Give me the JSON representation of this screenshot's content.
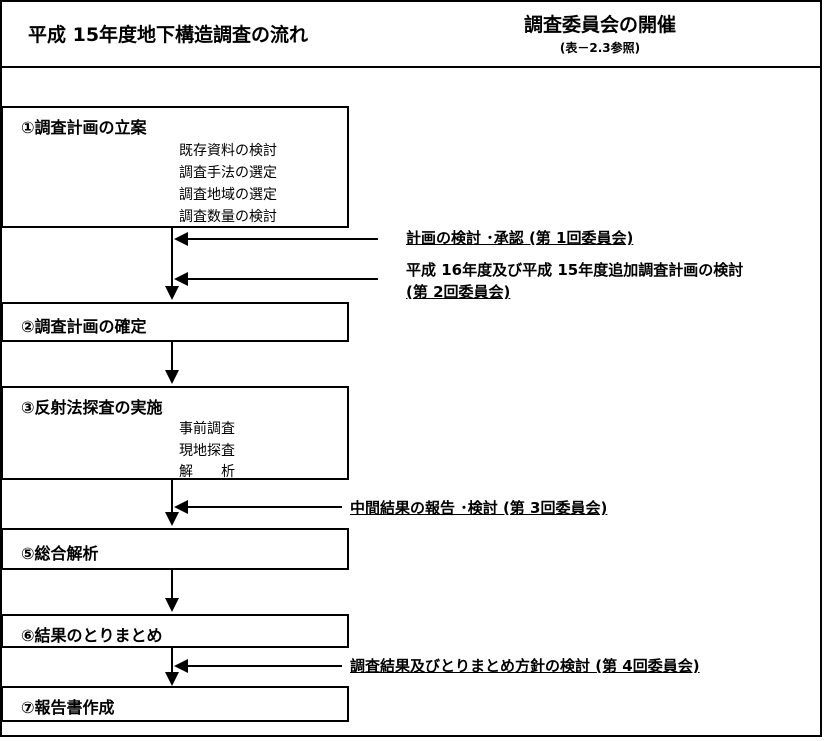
{
  "header": {
    "left_title": "平成 15年度地下構造調査の流れ",
    "right_title": "調査委員会の開催",
    "right_subtitle": "(表－2.3参照)"
  },
  "steps": [
    {
      "title": "①調査計画の立案",
      "items": [
        "既存資料の検討",
        "調査手法の選定",
        "調査地域の選定",
        "調査数量の検討"
      ]
    },
    {
      "title": "②調査計画の確定",
      "items": []
    },
    {
      "title": "③反射法探査の実施",
      "items": [
        "事前調査",
        "現地探査",
        "解　　析"
      ]
    },
    {
      "title": "⑤総合解析",
      "items": []
    },
    {
      "title": "⑥結果のとりまとめ",
      "items": []
    },
    {
      "title": "⑦報告書作成",
      "items": []
    }
  ],
  "committees": [
    {
      "line1": "計画の検討 ･承認 (第 1回委員会)",
      "line2": ""
    },
    {
      "line1": "平成 16年度及び平成 15年度追加調査計画の検討",
      "line2": "(第 2回委員会)"
    },
    {
      "line1": "中間結果の報告 ･検討 (第 3回委員会)",
      "line2": ""
    },
    {
      "line1": "調査結果及びとりまとめ方針の検討 (第 4回委員会)",
      "line2": ""
    }
  ]
}
